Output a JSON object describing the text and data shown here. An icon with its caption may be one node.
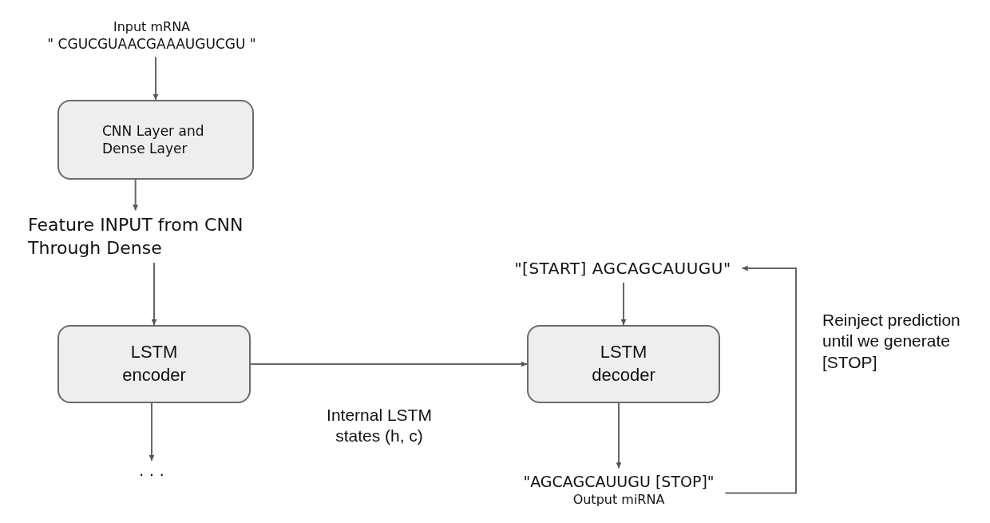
{
  "diagram": {
    "nodes": [
      {
        "text": [
          "Input mRNA",
          "\" CGUCGUAACGAAAUGUCGU \""
        ]
      },
      {
        "text": [
          "CNN Layer and Dense Layer"
        ]
      },
      {
        "text": [
          "Feature INPUT from CNN Through Dense"
        ]
      },
      {
        "text": [
          "LSTM encoder"
        ]
      },
      {
        "text": [
          "· · ·"
        ]
      },
      {
        "text": [
          "\"[START] AGCAGCAUUGU\""
        ]
      },
      {
        "text": [
          "LSTM decoder"
        ]
      },
      {
        "text": [
          "\"AGCAGCAUUGU [STOP]\"",
          "Output miRNA"
        ]
      }
    ],
    "edges": [
      {
        "from": 0,
        "to": 1,
        "arrow": "to"
      },
      {
        "from": 1,
        "to": 2,
        "arrow": "to"
      },
      {
        "from": 2,
        "to": 3,
        "arrow": "to"
      },
      {
        "from": 3,
        "to": 4,
        "arrow": "to"
      },
      {
        "from": 3,
        "to": 6,
        "arrow": "to",
        "label": "Internal LSTM states (h, c)"
      },
      {
        "from": 5,
        "to": 6,
        "arrow": "to"
      },
      {
        "from": 6,
        "to": 7,
        "arrow": "to"
      },
      {
        "from": 7,
        "to": 5,
        "arrow": "to",
        "label": "Reinject prediction until we generate [STOP]"
      }
    ]
  }
}
